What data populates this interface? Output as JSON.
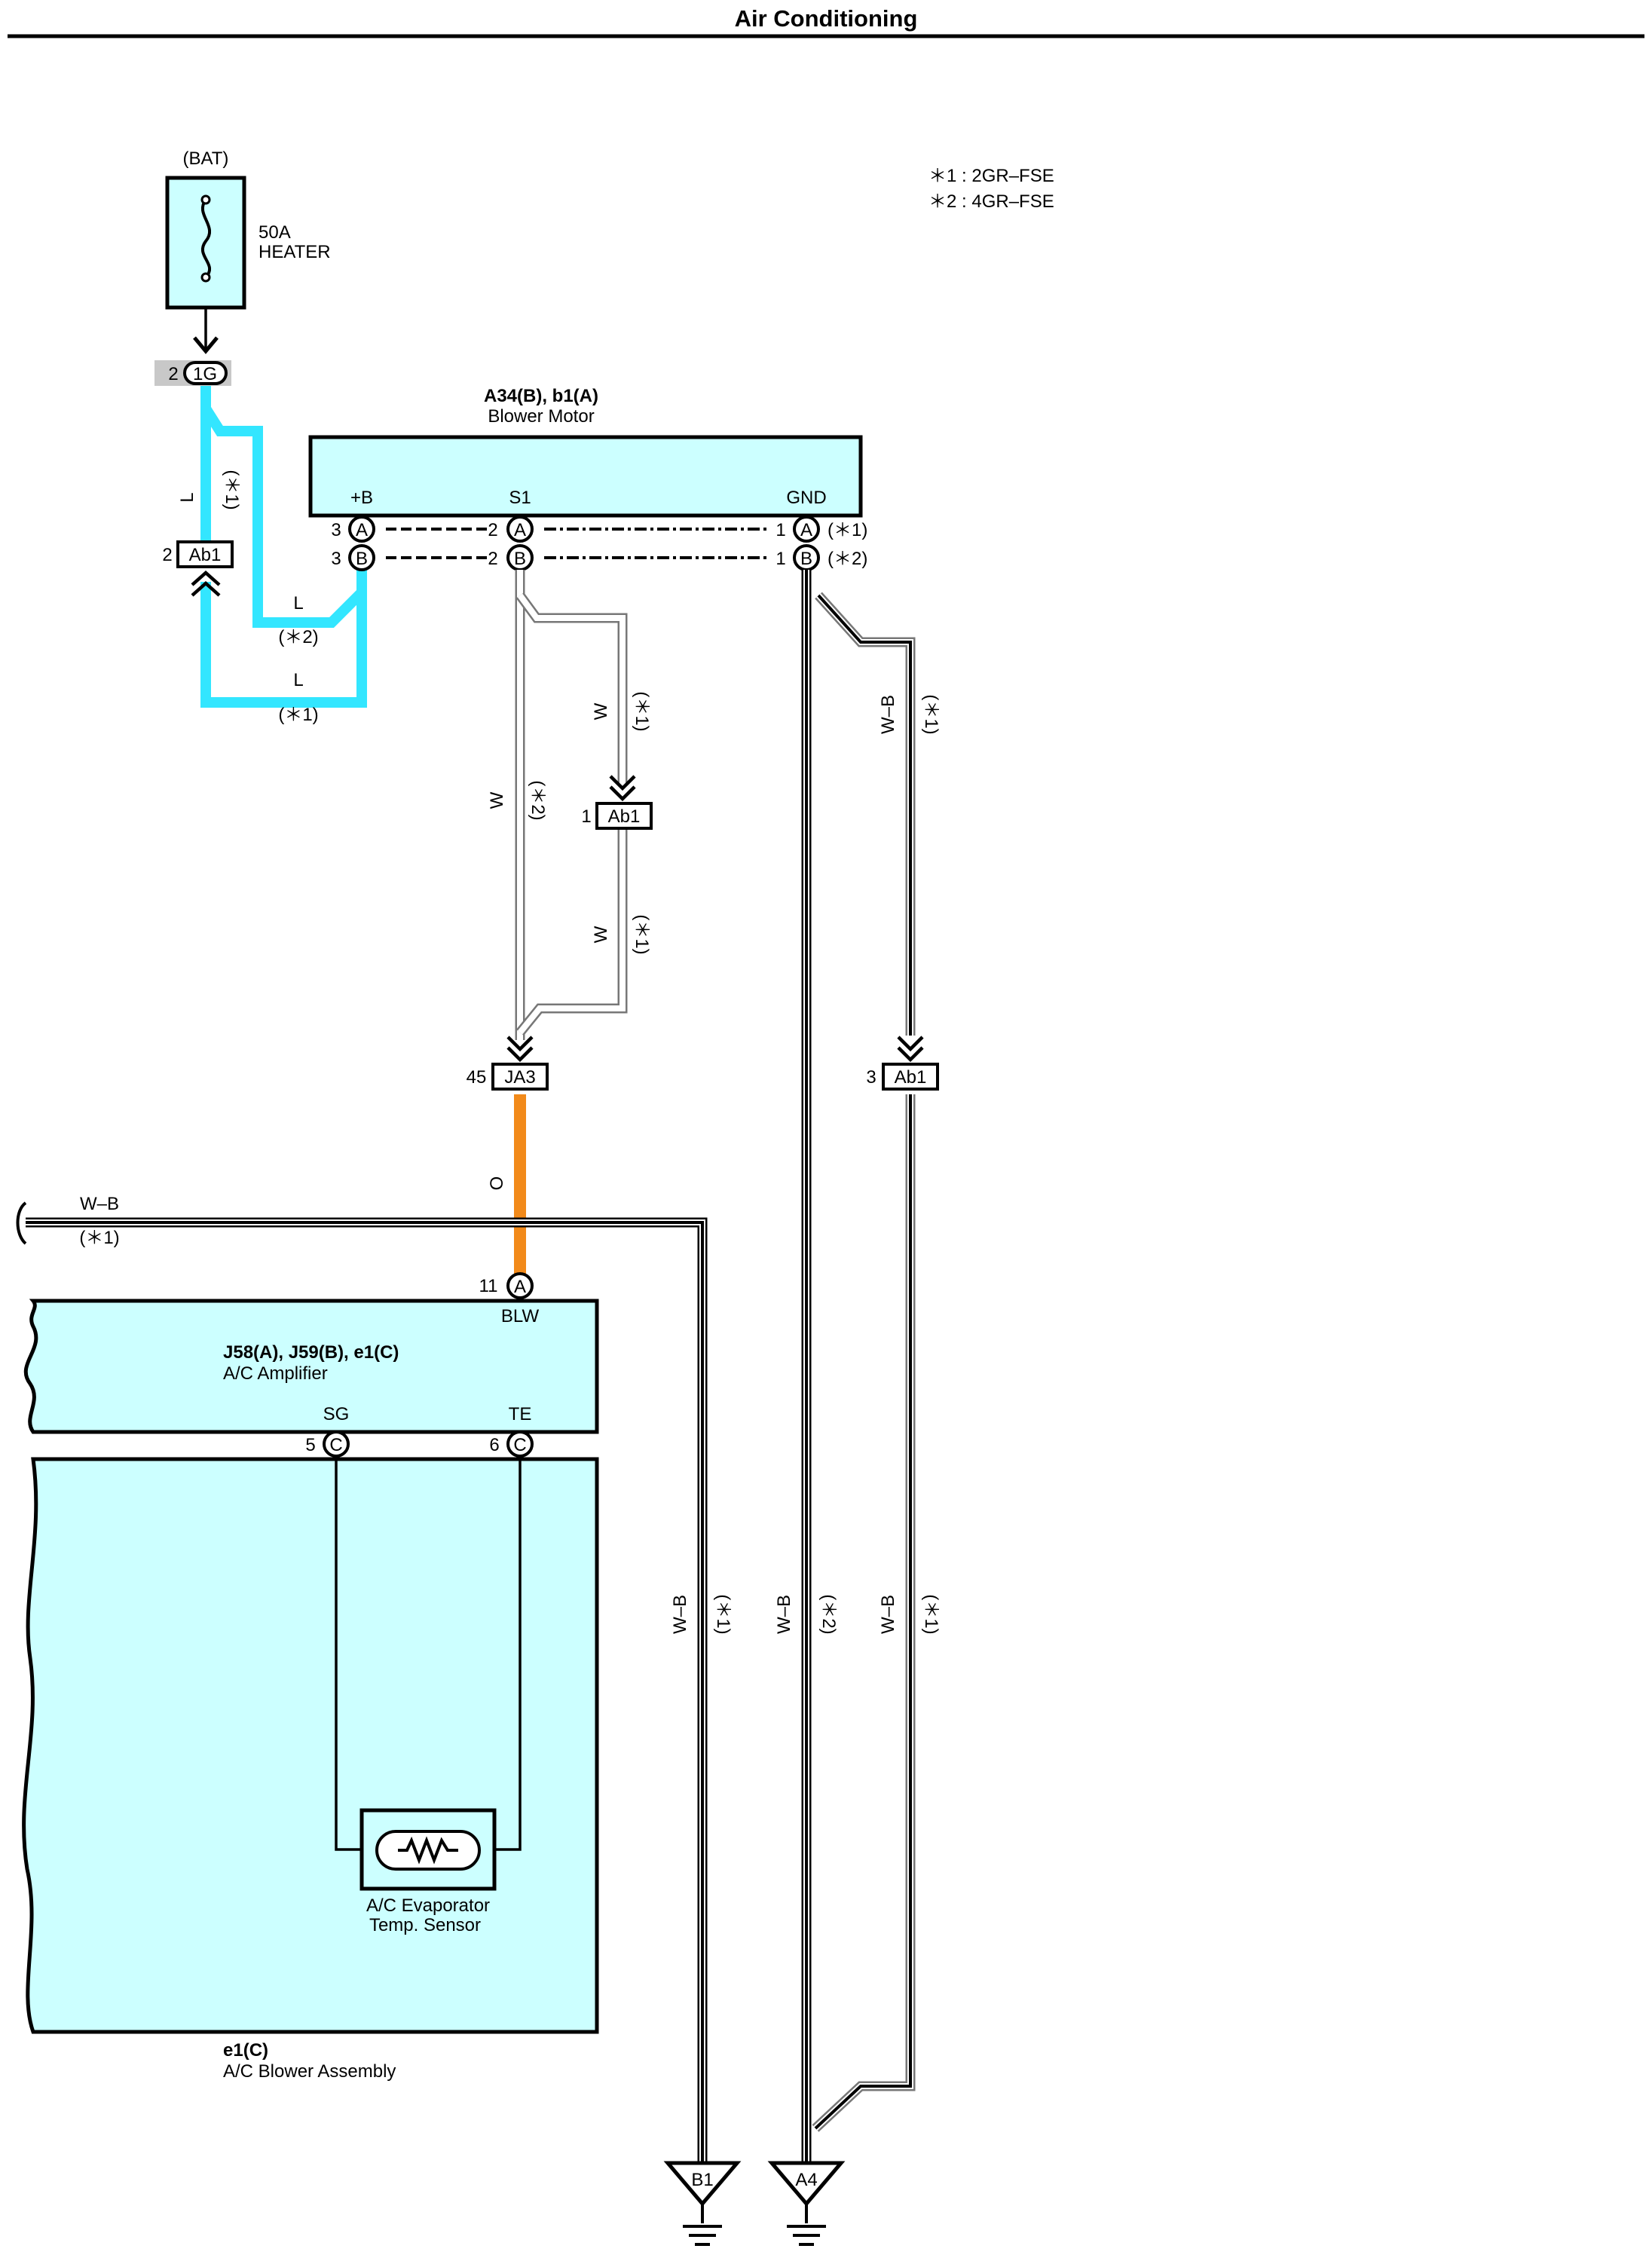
{
  "page": {
    "title": "Air Conditioning"
  },
  "notes": {
    "n1": "＊1 : 2GR–FSE",
    "n2": "＊2 : 4GR–FSE"
  },
  "battery": {
    "label": "(BAT)",
    "fuse_amp": "50A",
    "fuse_name": "HEATER"
  },
  "blower_motor": {
    "id": "A34(B), b1(A)",
    "name": "Blower Motor",
    "term_b": "+B",
    "term_s1": "S1",
    "term_gnd": "GND",
    "pins": {
      "b_a_num": "3",
      "b_b_num": "3",
      "s1_a_num": "2",
      "s1_b_num": "2",
      "gnd_a_num": "1",
      "gnd_b_num": "1",
      "a_letter": "A",
      "b_letter": "B",
      "var_a": "(＊1)",
      "var_b": "(＊2)"
    }
  },
  "connectors": {
    "c1g": {
      "pin": "2",
      "id": "1G"
    },
    "ab1_top": {
      "pin": "2",
      "id": "Ab1"
    },
    "ab1_mid": {
      "pin": "1",
      "id": "Ab1"
    },
    "ja3": {
      "pin": "45",
      "id": "JA3"
    },
    "ab1_right": {
      "pin": "3",
      "id": "Ab1"
    }
  },
  "wires": {
    "l_1": "L",
    "l_1_var": "(＊1)",
    "l_2": "L",
    "l_2_var": "(＊2)",
    "l_3": "L",
    "l_3_var": "(＊1)",
    "w_left": "W",
    "w_left_var": "(＊2)",
    "w_up": "W",
    "w_up_var": "(＊1)",
    "w_low": "W",
    "w_low_var": "(＊1)",
    "o": "O",
    "wb_top": "W–B",
    "wb_top_var": "(＊1)",
    "wb_left": "W–B",
    "wb_left_var": "(＊1)",
    "wb_b1": "W–B",
    "wb_b1_var": "(＊1)",
    "wb_a4": "W–B",
    "wb_a4_var": "(＊2)",
    "wb_right": "W–B",
    "wb_right_var": "(＊1)"
  },
  "ac_amplifier": {
    "id": "J58(A), J59(B), e1(C)",
    "name": "A/C Amplifier",
    "blw": "BLW",
    "blw_pin": "11",
    "blw_letter": "A",
    "sg": "SG",
    "sg_pin": "5",
    "sg_letter": "C",
    "te": "TE",
    "te_pin": "6",
    "te_letter": "C"
  },
  "sensor": {
    "line1": "A/C Evaporator",
    "line2": "Temp.  Sensor"
  },
  "blower_assembly": {
    "id": "e1(C)",
    "name": "A/C Blower Assembly"
  },
  "grounds": {
    "b1": "B1",
    "a4": "A4"
  }
}
